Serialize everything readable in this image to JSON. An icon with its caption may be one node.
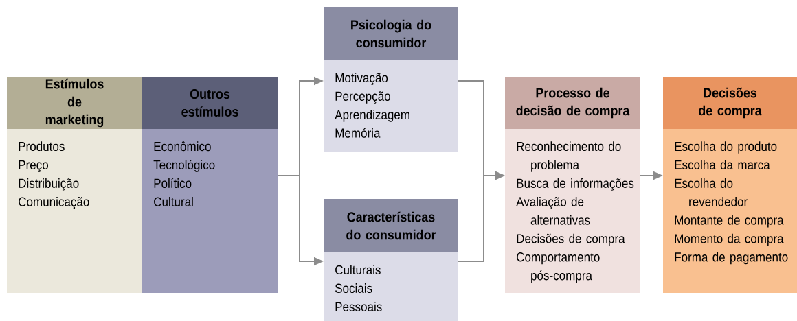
{
  "diagram": {
    "nodes": [
      {
        "text": [
          "Estímulos de marketing",
          "Produtos",
          "Preço",
          "Distribuição",
          "Comunicação"
        ]
      },
      {
        "text": [
          "Outros estímulos",
          "Econômico",
          "Tecnológico",
          "Político",
          "Cultural"
        ]
      },
      {
        "text": [
          "Psicologia do consumidor",
          "Motivação",
          "Percepção",
          "Aprendizagem",
          "Memória"
        ]
      },
      {
        "text": [
          "Características do consumidor",
          "Culturais",
          "Sociais",
          "Pessoais"
        ]
      },
      {
        "text": [
          "Processo de decisão de compra",
          "Reconhecimento do problema",
          "Busca de informações",
          "Avaliação de alternativas",
          "Decisões de compra",
          "Comportamento pós-compra"
        ]
      },
      {
        "text": [
          "Decisões de compra",
          "Escolha do produto",
          "Escolha da marca",
          "Escolha do revendedor",
          "Montante de compra",
          "Momento da compra",
          "Forma de pagamento"
        ]
      }
    ],
    "edges": [
      {
        "from": 1,
        "to": 2,
        "arrow": "to"
      },
      {
        "from": 1,
        "to": 3,
        "arrow": "to"
      },
      {
        "from": 2,
        "to": 4,
        "arrow": "to"
      },
      {
        "from": 3,
        "to": 4,
        "arrow": "to"
      },
      {
        "from": 4,
        "to": 5,
        "arrow": "to"
      }
    ]
  }
}
